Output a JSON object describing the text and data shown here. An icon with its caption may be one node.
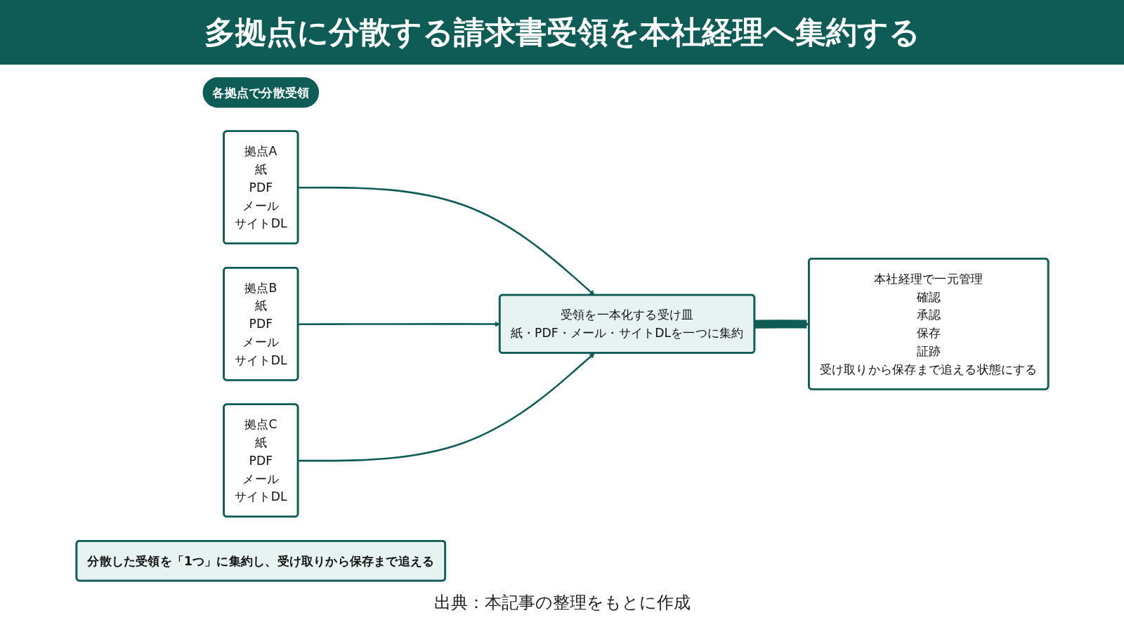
{
  "diagram": {
    "title": "多拠点に分散する請求書受領を本社経理へ集約する",
    "caption": "出典：本記事の整理をもとに作成",
    "nodes": [
      {
        "text": [
          "各拠点で分散受領"
        ]
      },
      {
        "text": [
          "拠点A",
          "紙",
          "PDF",
          "メール",
          "サイトDL"
        ]
      },
      {
        "text": [
          "拠点B",
          "紙",
          "PDF",
          "メール",
          "サイトDL"
        ]
      },
      {
        "text": [
          "拠点C",
          "紙",
          "PDF",
          "メール",
          "サイトDL"
        ]
      },
      {
        "text": [
          "受領を一本化する受け皿",
          "紙・PDF・メール・サイトDLを一つに集約"
        ]
      },
      {
        "text": [
          "本社経理で一元管理",
          "確認",
          "承認",
          "保存",
          "証跡",
          "受け取りから保存まで追える状態にする"
        ]
      },
      {
        "text": [
          "分散した受領を「1つ」に集約し、受け取りから保存まで追える"
        ]
      }
    ],
    "edges": [
      {
        "from": 1,
        "to": 4,
        "arrow": "to"
      },
      {
        "from": 2,
        "to": 4,
        "arrow": "to"
      },
      {
        "from": 3,
        "to": 4,
        "arrow": "to"
      },
      {
        "from": 4,
        "to": 5,
        "arrow": "to",
        "style": "thick"
      }
    ]
  }
}
